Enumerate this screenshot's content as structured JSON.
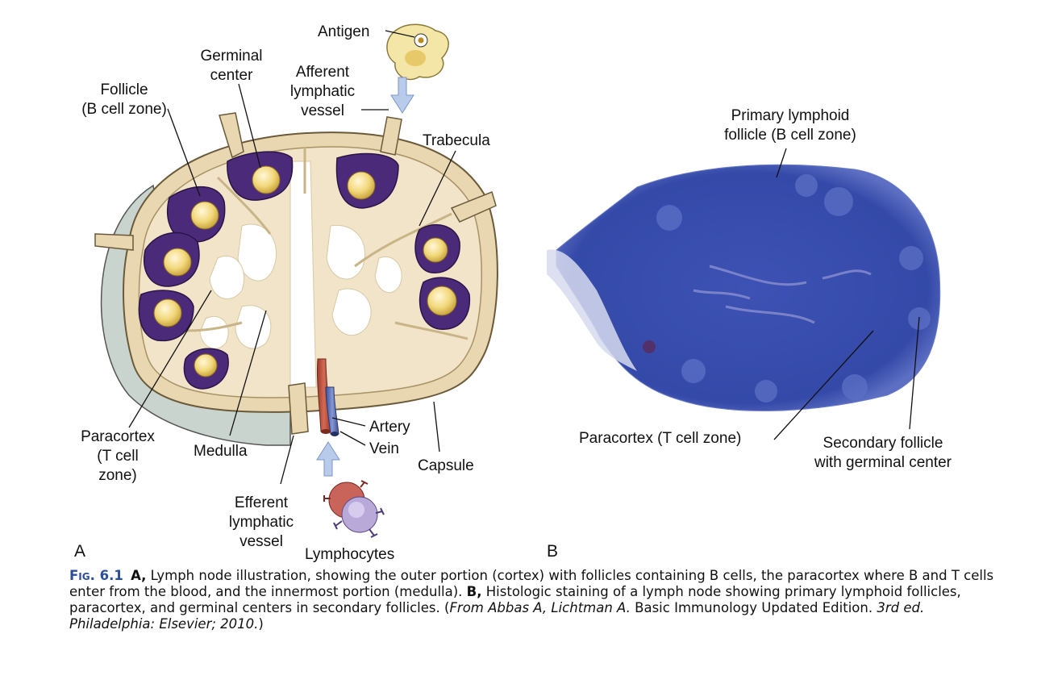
{
  "panel_a": {
    "letter": "A",
    "labels": {
      "antigen": "Antigen",
      "germinal_center_1": "Germinal",
      "germinal_center_2": "center",
      "afferent_1": "Afferent",
      "afferent_2": "lymphatic",
      "afferent_3": "vessel",
      "follicle_1": "Follicle",
      "follicle_2": "(B cell zone)",
      "trabecula": "Trabecula",
      "paracortex_1": "Paracortex",
      "paracortex_2": "(T cell",
      "paracortex_3": "zone)",
      "medulla": "Medulla",
      "artery": "Artery",
      "vein": "Vein",
      "capsule": "Capsule",
      "efferent_1": "Efferent",
      "efferent_2": "lymphatic",
      "efferent_3": "vessel",
      "lymphocytes": "Lymphocytes"
    }
  },
  "panel_b": {
    "letter": "B",
    "labels": {
      "primary_1": "Primary lymphoid",
      "primary_2": "follicle (B cell zone)",
      "paracortex": "Paracortex (T cell zone)",
      "secondary_1": "Secondary follicle",
      "secondary_2": "with germinal center"
    }
  },
  "caption": {
    "fig_label": "Fig. 6.1",
    "a_label": "A,",
    "a_text": " Lymph node illustration, showing the outer portion (cortex) with follicles containing B cells, the paracortex where B and T cells enter from the blood, and the innermost portion (medulla). ",
    "b_label": "B,",
    "b_text": " Histologic staining of a lymph node showing primary lymphoid follicles, paracortex, and germinal centers in secondary follicles. (",
    "source_italic_1": "From Abbas A, Lichtman A.",
    "source_plain": " Basic Immunology Updated Edition. ",
    "source_italic_2": "3rd ed. Philadelphia: Elsevier; 2010.",
    "source_close": ")"
  },
  "colors": {
    "follicle": "#4b2a7a",
    "germinal_center": "#f2d77a",
    "capsule": "#e8d7b0",
    "cortex_fill": "#f1e4c8",
    "histology_stain": "#3a4fb0",
    "artery": "#c0504d",
    "vein": "#6a7fc0",
    "caption_label": "#2c4f9a"
  }
}
